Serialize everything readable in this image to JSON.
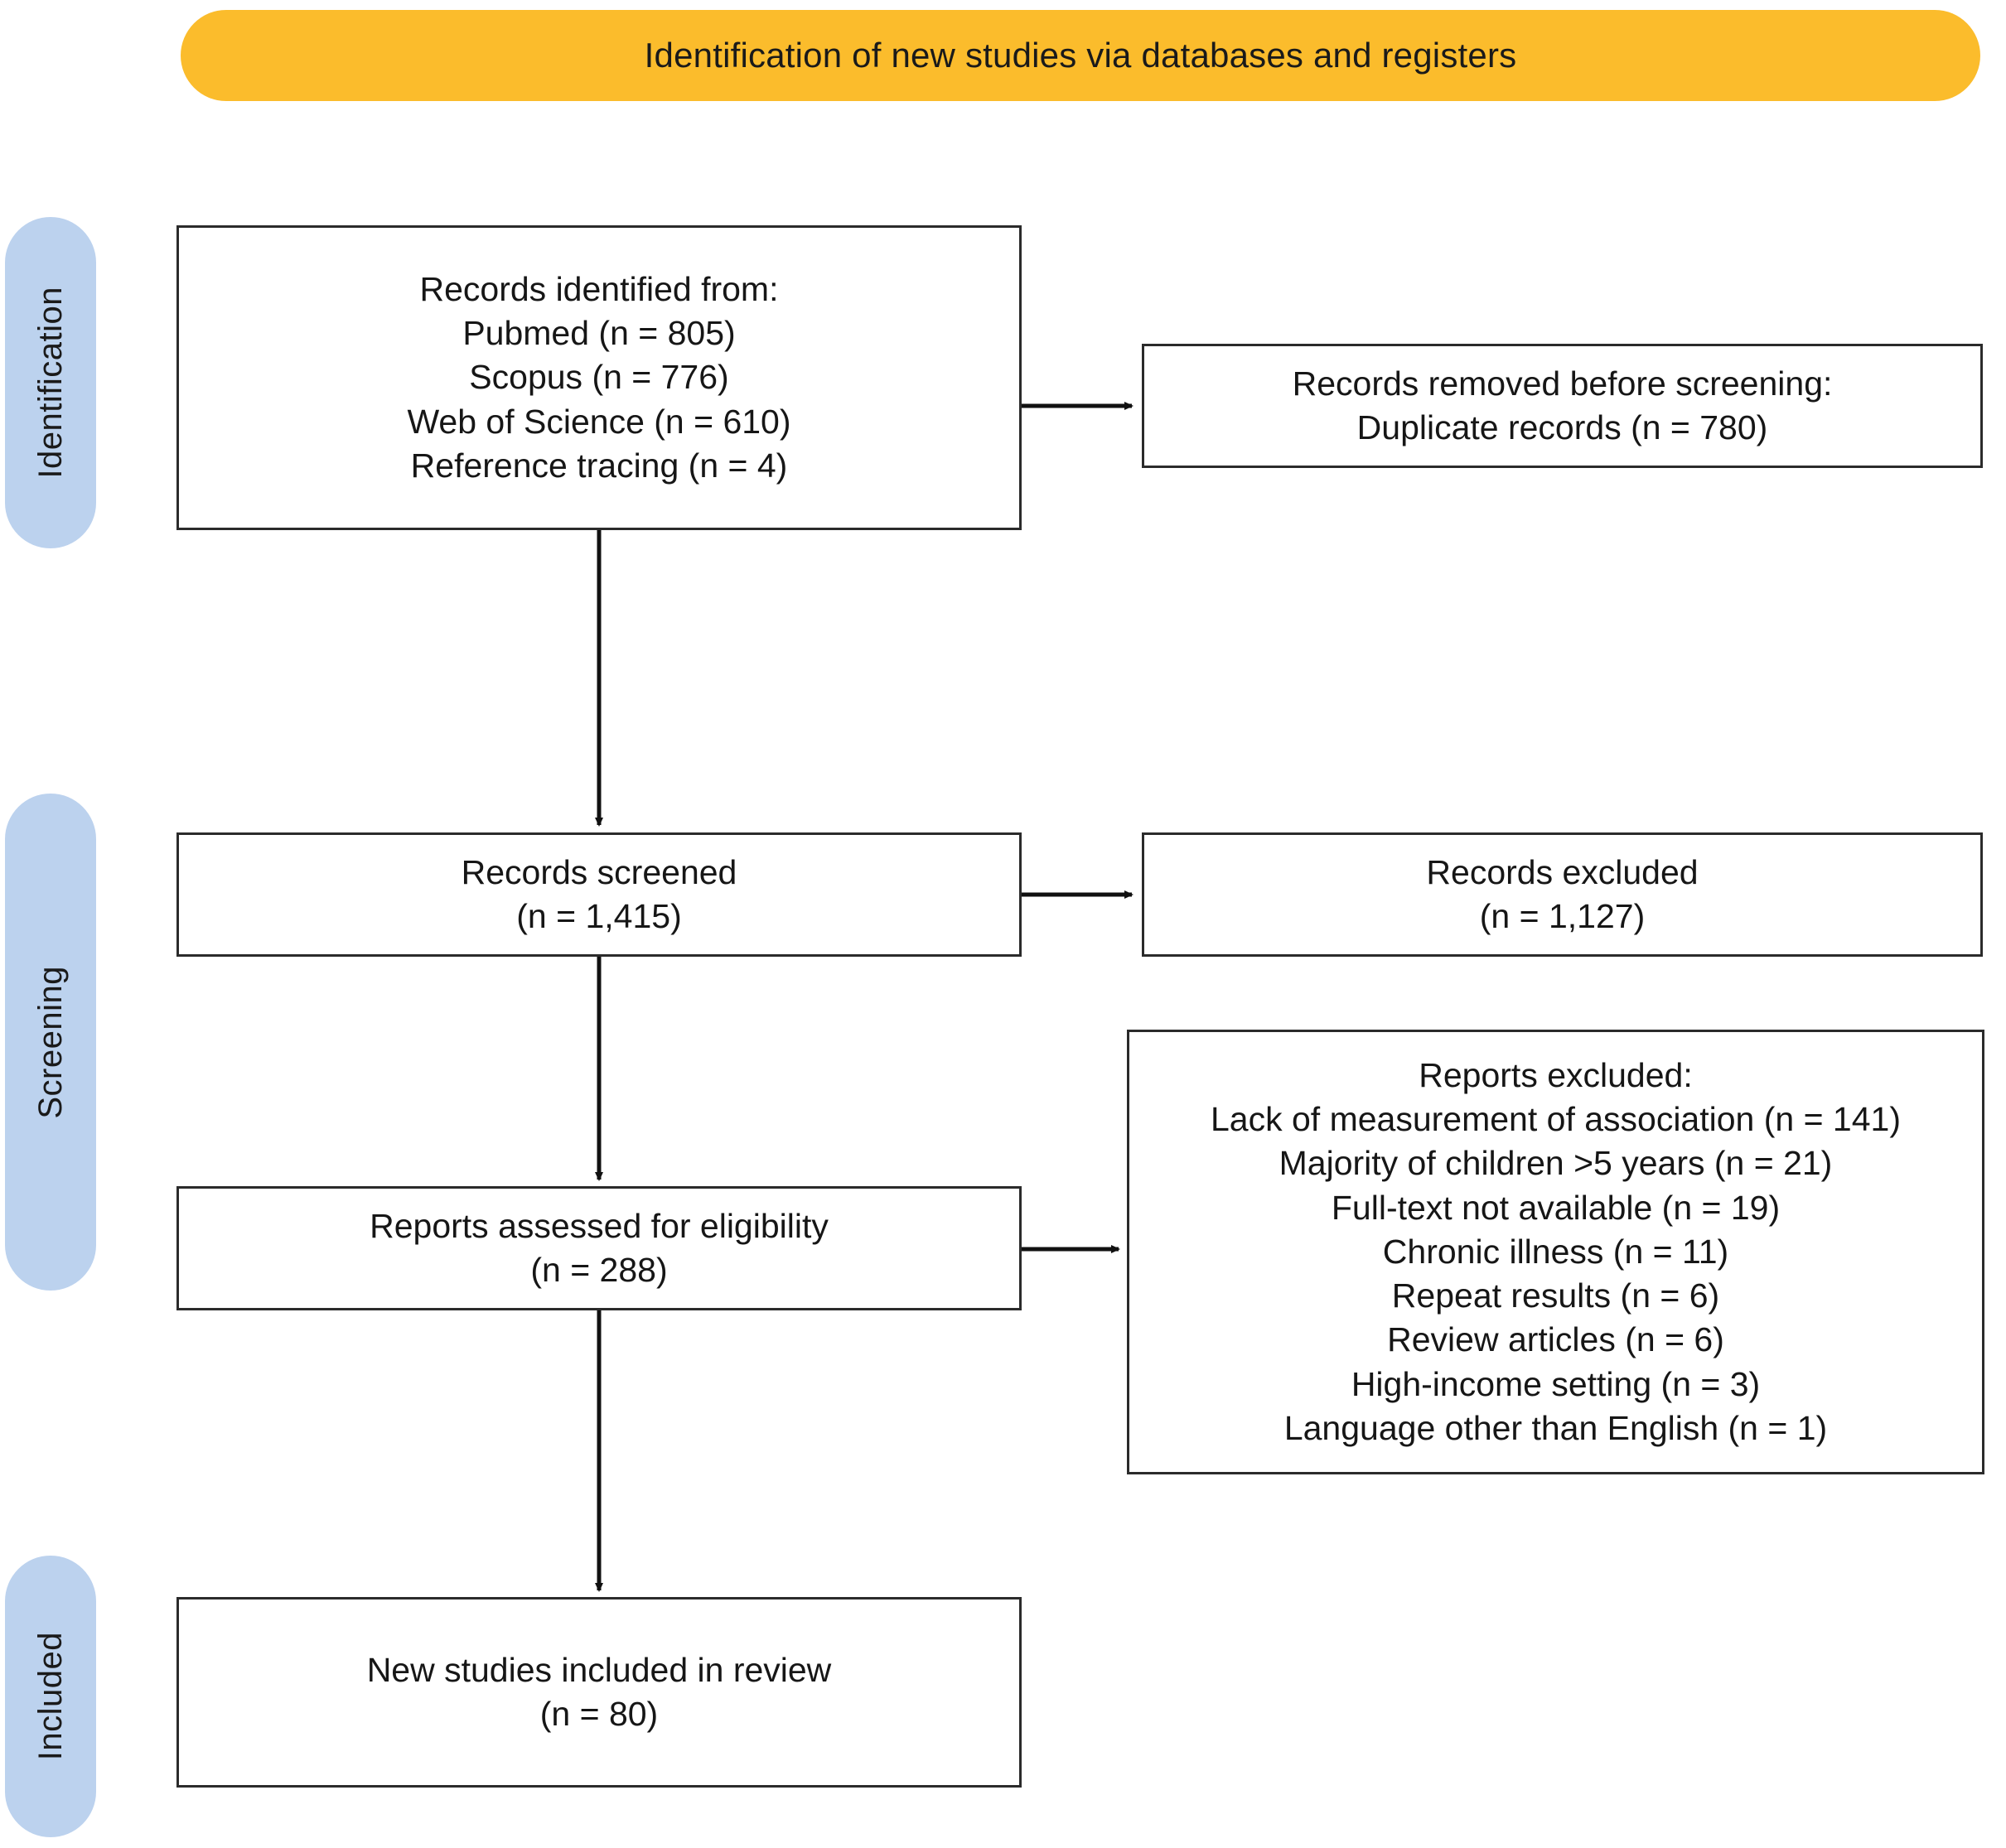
{
  "header": {
    "title": "Identification of new studies via databases and registers",
    "color": "#FBBC2C"
  },
  "stages": {
    "color": "#BCD2EE",
    "items": [
      {
        "label": "Identification"
      },
      {
        "label": "Screening"
      },
      {
        "label": "Included"
      }
    ]
  },
  "boxes": {
    "identified": {
      "name": "records-identified",
      "lines": [
        "Records identified from:",
        "Pubmed (n = 805)",
        "Scopus (n = 776)",
        "Web of Science (n = 610)",
        "Reference tracing (n = 4)"
      ]
    },
    "removed": {
      "name": "records-removed-before-screening",
      "lines": [
        "Records removed before screening:",
        "Duplicate records (n = 780)"
      ]
    },
    "screened": {
      "name": "records-screened",
      "lines": [
        "Records screened",
        "(n = 1,415)"
      ]
    },
    "records_excluded": {
      "name": "records-excluded",
      "lines": [
        "Records excluded",
        "(n = 1,127)"
      ]
    },
    "eligibility": {
      "name": "reports-assessed-for-eligibility",
      "lines": [
        "Reports assessed for eligibility",
        "(n = 288)"
      ]
    },
    "reports_excluded": {
      "name": "reports-excluded",
      "lines": [
        "Reports excluded:",
        "Lack of measurement of association (n = 141)",
        "Majority of children >5 years (n = 21)",
        "Full-text not available (n = 19)",
        "Chronic illness (n = 11)",
        "Repeat results  (n = 6)",
        "Review articles (n = 6)",
        "High-income setting (n = 3)",
        "Language other than English (n = 1)"
      ]
    },
    "included": {
      "name": "new-studies-included-in-review",
      "lines": [
        "New studies included in review",
        "(n = 80)"
      ]
    }
  },
  "flow_data": {
    "type": "diagram",
    "title": "PRISMA flow diagram",
    "counts": {
      "pubmed": 805,
      "scopus": 776,
      "web_of_science": 610,
      "reference_tracing": 4,
      "duplicate_records_removed": 780,
      "records_screened": 1415,
      "records_excluded": 1127,
      "reports_assessed_for_eligibility": 288,
      "reports_excluded_total_listed": {
        "lack_of_measurement_of_association": 141,
        "majority_of_children_over_5_years": 21,
        "full_text_not_available": 19,
        "chronic_illness": 11,
        "repeat_results": 6,
        "review_articles": 6,
        "high_income_setting": 3,
        "language_other_than_english": 1
      },
      "new_studies_included_in_review": 80
    }
  }
}
